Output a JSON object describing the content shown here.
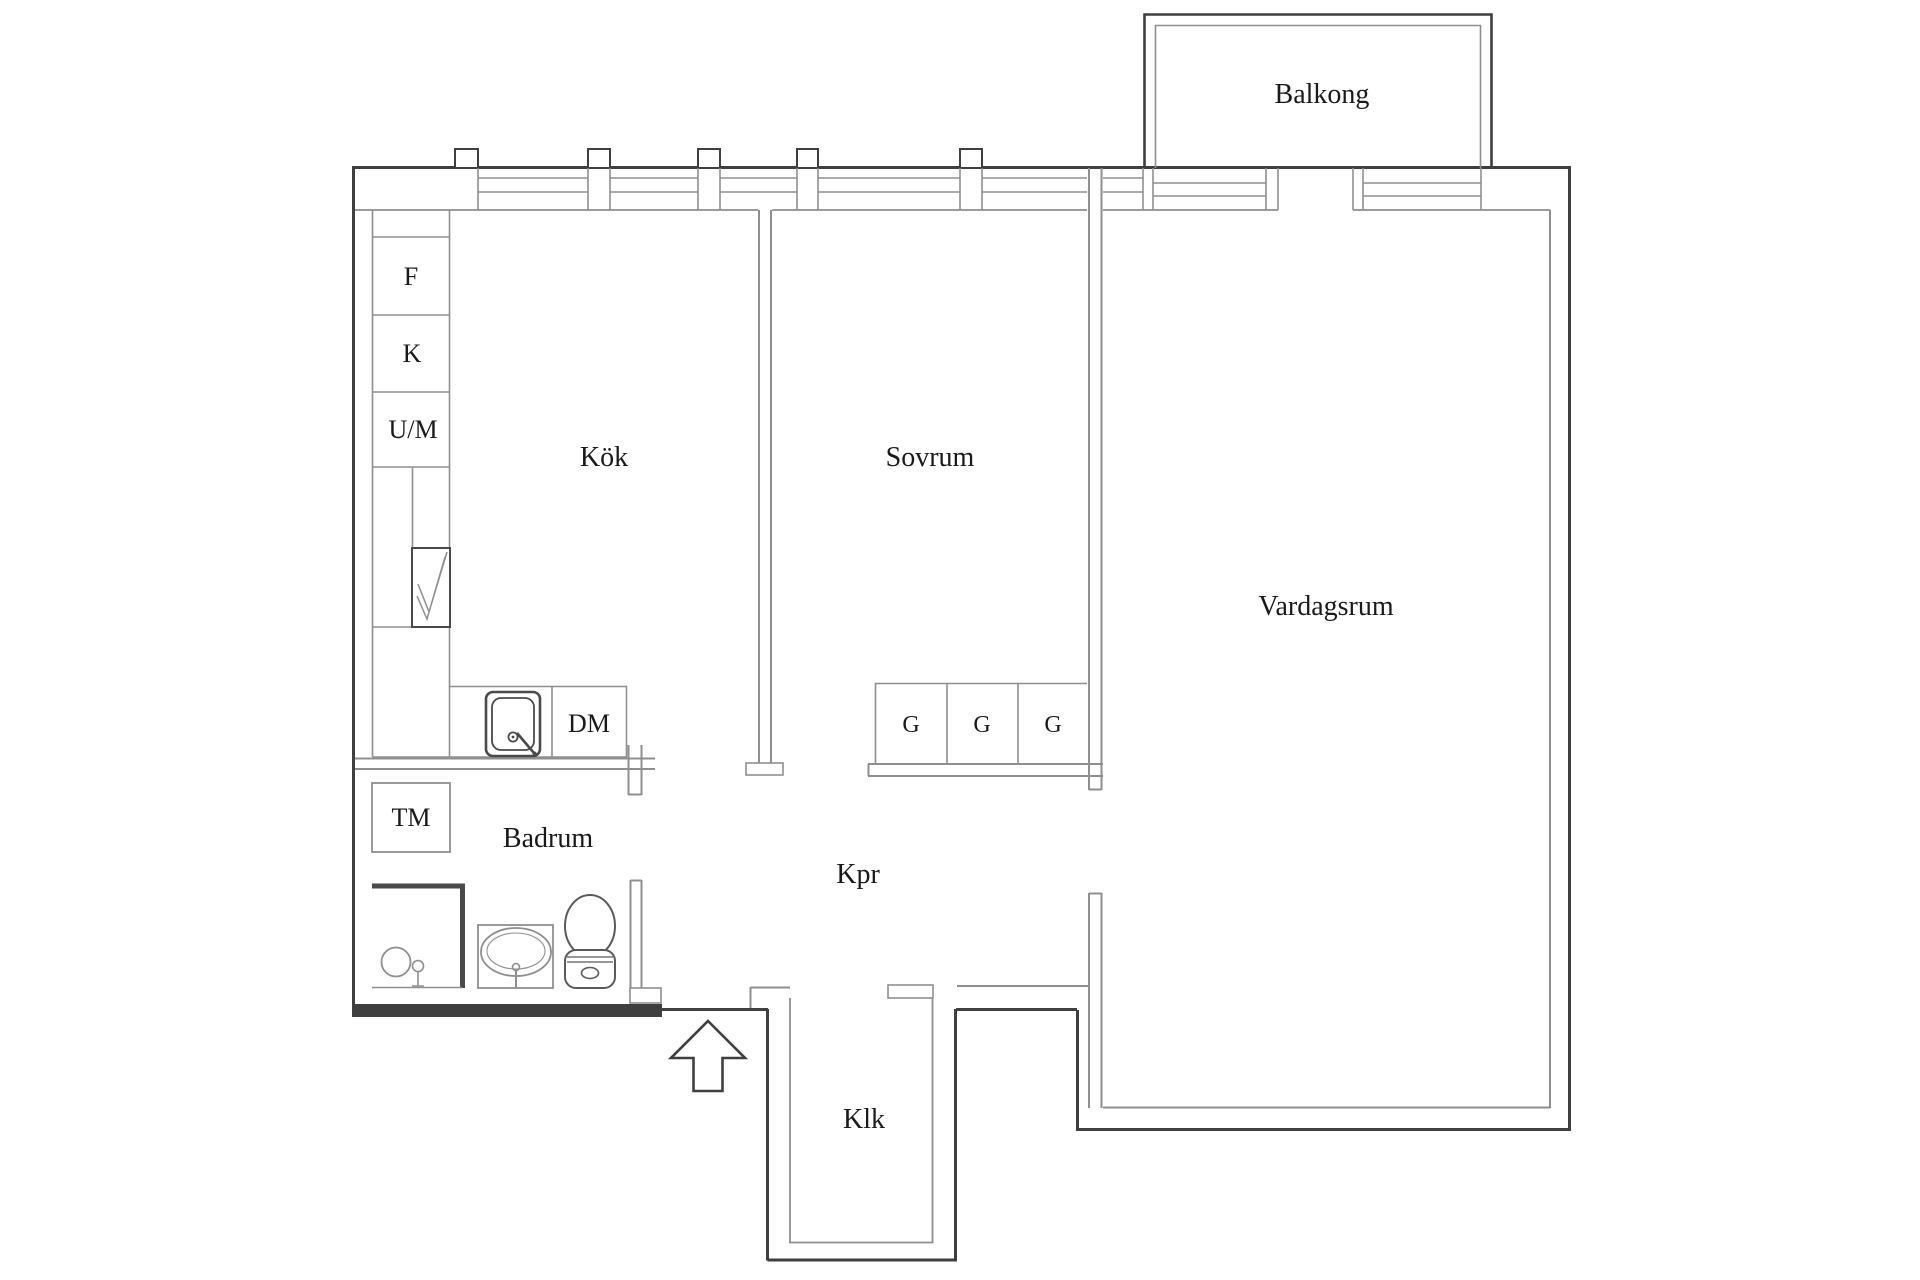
{
  "colors": {
    "background": "#ffffff",
    "wall_dark": "#3f3f3f",
    "wall_light": "#8f8f8f",
    "fixture": "#555555",
    "text": "#1a1a1a"
  },
  "rooms": {
    "balkong": {
      "label": "Balkong"
    },
    "kok": {
      "label": "Kök"
    },
    "sovrum": {
      "label": "Sovrum"
    },
    "vardagsrum": {
      "label": "Vardagsrum"
    },
    "badrum": {
      "label": "Badrum"
    },
    "kpr": {
      "label": "Kpr"
    },
    "klk": {
      "label": "Klk"
    }
  },
  "fixtures": {
    "fridge": {
      "label": "F"
    },
    "freezer": {
      "label": "K"
    },
    "oven_micro": {
      "label": "U/M"
    },
    "dishwasher": {
      "label": "DM"
    },
    "washing_machine": {
      "label": "TM"
    },
    "wardrobes": [
      {
        "label": "G"
      },
      {
        "label": "G"
      },
      {
        "label": "G"
      }
    ]
  },
  "icons": {
    "entrance_arrow": "up-arrow-entrance",
    "kitchen_sink": "sink-top-view",
    "counter_mark": "check-mark-cabinet",
    "shower": "shower-top-view",
    "washbasin": "washbasin-top-view",
    "toilet": "toilet-top-view"
  }
}
